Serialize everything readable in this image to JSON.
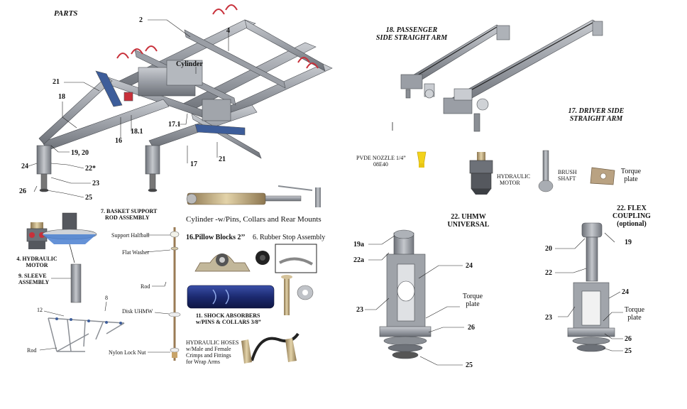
{
  "title": "PARTS",
  "labels": {
    "n2": "2",
    "n4": "4",
    "cylinder_main": "Cylinder",
    "n21_left": "21",
    "n18": "18",
    "n16": "16",
    "n18_1": "18.1",
    "n17_1": "17.1",
    "n19_20": "19, 20",
    "n22_star": "22*",
    "n24_left": "24",
    "n23_left": "23",
    "n26_left": "26",
    "n25_left": "25",
    "n17": "17",
    "n21_right": "21",
    "passenger_arm": [
      "18. PASSENGER",
      "SIDE STRAIGHT ARM"
    ],
    "driver_arm": [
      "17. DRIVER SIDE",
      "STRAIGHT ARM"
    ],
    "nozzle": [
      "PVDE NOZZLE 1/4”",
      "08E40"
    ],
    "hyd_motor_right": [
      "HYDRAULIC",
      "MOTOR"
    ],
    "brush_shaft": [
      "BRUSH",
      "SHAFT"
    ],
    "torque_plate_top": [
      "Torque",
      "plate"
    ],
    "hyd_motor_left": [
      "4. HYDRAULIC",
      "MOTOR"
    ],
    "sleeve": [
      "9. SLEEVE",
      "ASSEMBLY"
    ],
    "n8": "8",
    "n12": "12",
    "rod_left": "Rod",
    "basket": [
      "7. BASKET SUPPORT",
      "ROD ASSEMBLY"
    ],
    "support_halfball": "Support Halfball",
    "flat_washer": "Flat Washer",
    "rod_mid": "Rod",
    "disk_uhmw": "Disk UHMW",
    "nylon_nut": "Nylon Lock Nut",
    "cylinder_pins": "Cylinder -w/Pins, Collars and Rear Mounts",
    "pillow": "16.Pillow Blocks 2’’",
    "rubber_stop": "6. Rubber Stop Assembly",
    "shock": [
      "11. SHOCK ABSORBERS",
      "w/PINS & COLLARS 3/8”"
    ],
    "hoses": [
      "HYDRAULIC HOSES",
      "w/Male and Female",
      "Crimps and Fittings",
      "for Wrap Arms"
    ],
    "uhmw_title": [
      "22. UHMW",
      "UNIVERSAL"
    ],
    "u19a": "19a",
    "u22a": "22a",
    "u23": "23",
    "u24": "24",
    "u_torque": [
      "Torque",
      "plate"
    ],
    "u26": "26",
    "u25": "25",
    "flex_title": [
      "22. FLEX",
      "COUPLING",
      "(optional)"
    ],
    "f20": "20",
    "f19": "19",
    "f22": "22",
    "f23": "23",
    "f24": "24",
    "f_torque": [
      "Torque",
      "plate"
    ],
    "f26": "26",
    "f25": "25"
  },
  "colors": {
    "frame": "#8a8e94",
    "frame_dark": "#5e6268",
    "blue": "#3d5d9a",
    "red": "#c8303a",
    "nozzle_yellow": "#f2d21a",
    "hose": "#222222",
    "shock_blue": "#1f2f78"
  }
}
